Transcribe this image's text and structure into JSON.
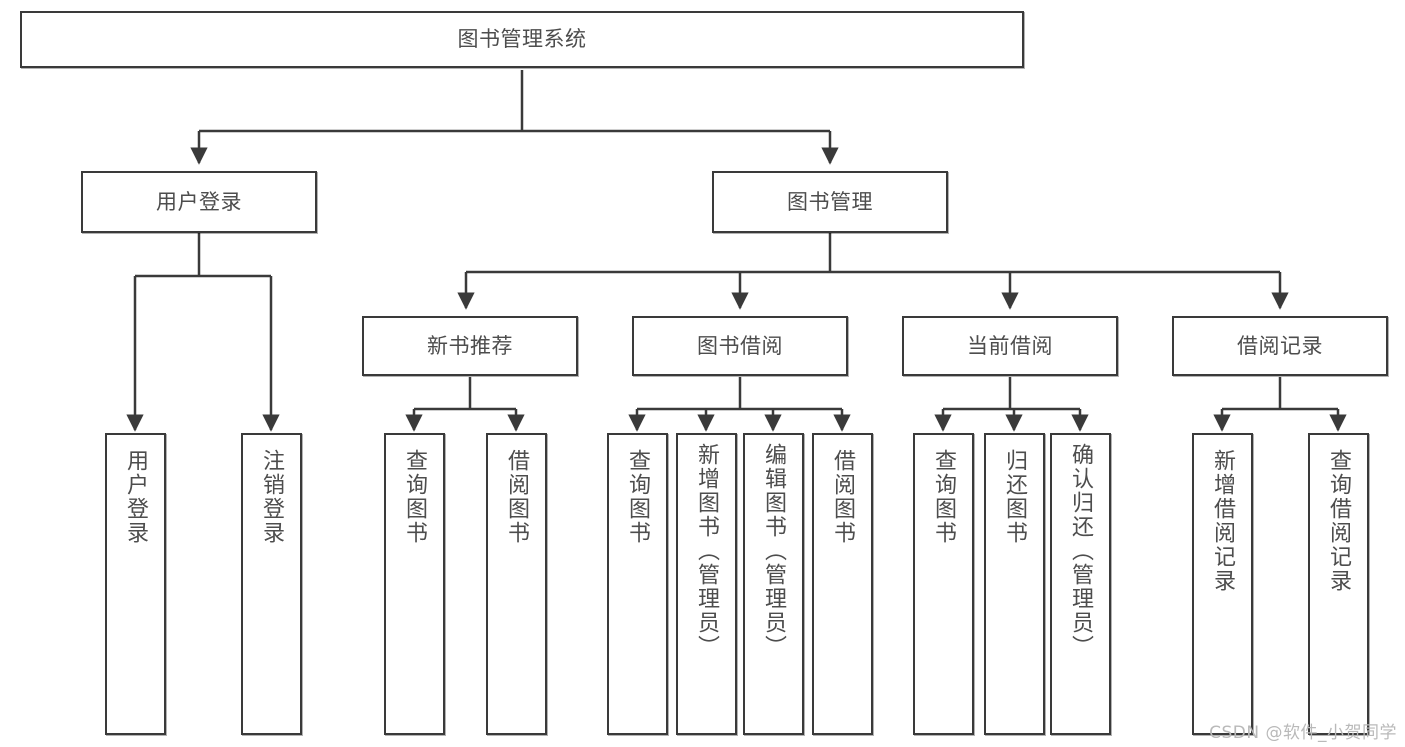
{
  "diagram": {
    "title": "图书管理系统",
    "type": "tree-hierarchy",
    "root": {
      "label": "图书管理系统"
    },
    "level2": [
      {
        "label": "用户登录"
      },
      {
        "label": "图书管理"
      }
    ],
    "level3": [
      {
        "label": "新书推荐"
      },
      {
        "label": "图书借阅"
      },
      {
        "label": "当前借阅"
      },
      {
        "label": "借阅记录"
      }
    ],
    "leaves": {
      "user_login": [
        {
          "label": "用户登录"
        },
        {
          "label": "注销登录"
        }
      ],
      "new_book_recommend": [
        {
          "label": "查询图书"
        },
        {
          "label": "借阅图书"
        }
      ],
      "book_borrow": [
        {
          "label": "查询图书"
        },
        {
          "label": "新增图书（管理员）"
        },
        {
          "label": "编辑图书（管理员）"
        },
        {
          "label": "借阅图书"
        }
      ],
      "current_borrow": [
        {
          "label": "查询图书"
        },
        {
          "label": "归还图书"
        },
        {
          "label": "确认归还（管理员）"
        }
      ],
      "borrow_record": [
        {
          "label": "新增借阅记录"
        },
        {
          "label": "查询借阅记录"
        }
      ]
    }
  },
  "watermark": {
    "text": "CSDN @软件_小贺同学"
  },
  "colors": {
    "stroke": "#3a3a3a",
    "text": "#4d4d4d",
    "background": "#ffffff",
    "watermark": "#b9b9b9"
  }
}
